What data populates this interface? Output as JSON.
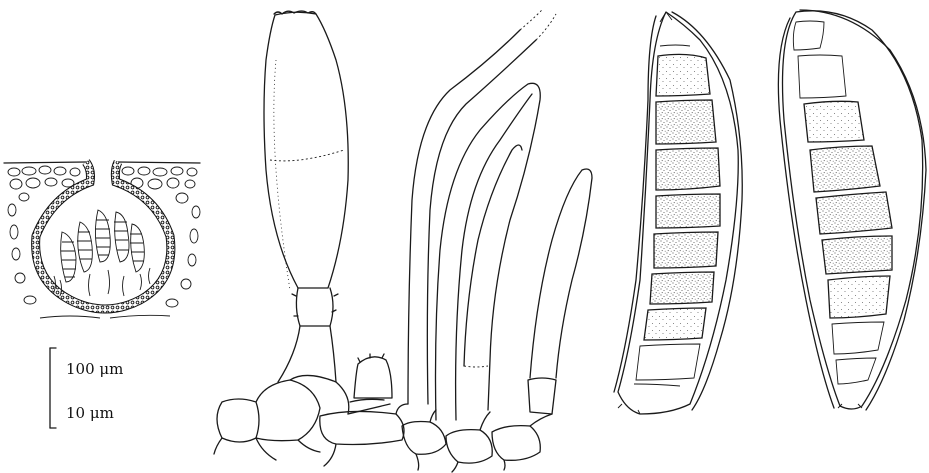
{
  "scale_bars": {
    "bar_1_label": "100 μm",
    "bar_2_label": "10 μm"
  },
  "figure": {
    "panels": [
      "perithecium-section",
      "paraphyses-and-asci",
      "ascospore-1",
      "ascospore-2"
    ]
  }
}
